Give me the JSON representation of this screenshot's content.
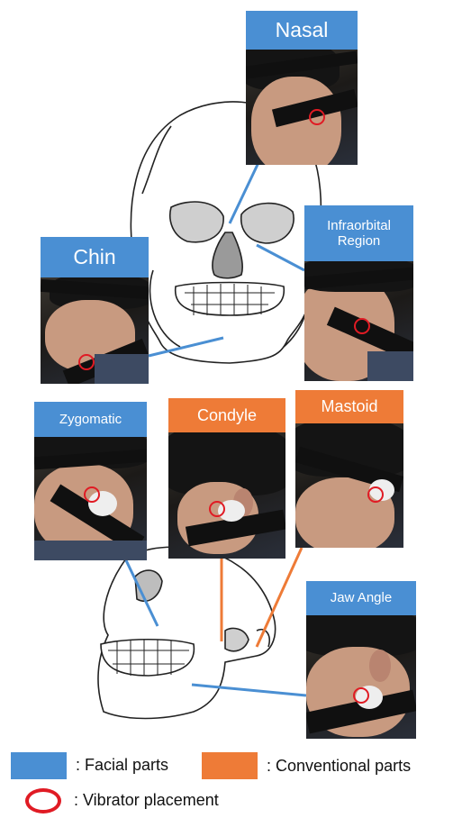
{
  "labels": {
    "nasal": "Nasal",
    "infraorbital": "Infraorbital Region",
    "chin": "Chin",
    "zygomatic": "Zygomatic",
    "condyle": "Condyle",
    "mastoid": "Mastoid",
    "jaw_angle": "Jaw Angle"
  },
  "legend": {
    "facial": ": Facial parts",
    "conventional": ": Conventional parts",
    "vibrator": ": Vibrator placement"
  },
  "colors": {
    "facial": "#4a8fd3",
    "conventional": "#ee7b37",
    "vibrator": "#e01b24"
  }
}
